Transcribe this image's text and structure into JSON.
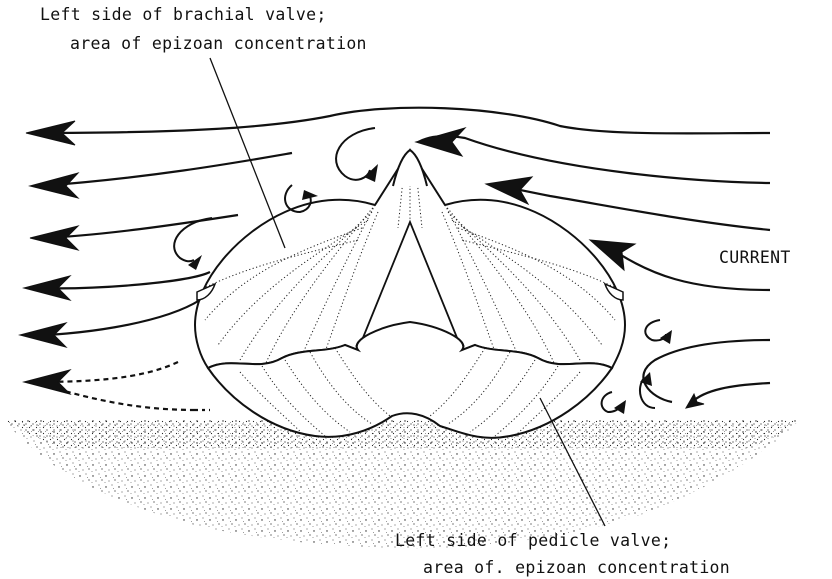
{
  "labels": {
    "brachial_line1": "Left side of brachial valve;",
    "brachial_line2": "area of epizoan concentration",
    "current": "CURRENT",
    "pedicle_line1": "Left side of pedicle valve;",
    "pedicle_line2": "area of. epizoan concentration"
  }
}
